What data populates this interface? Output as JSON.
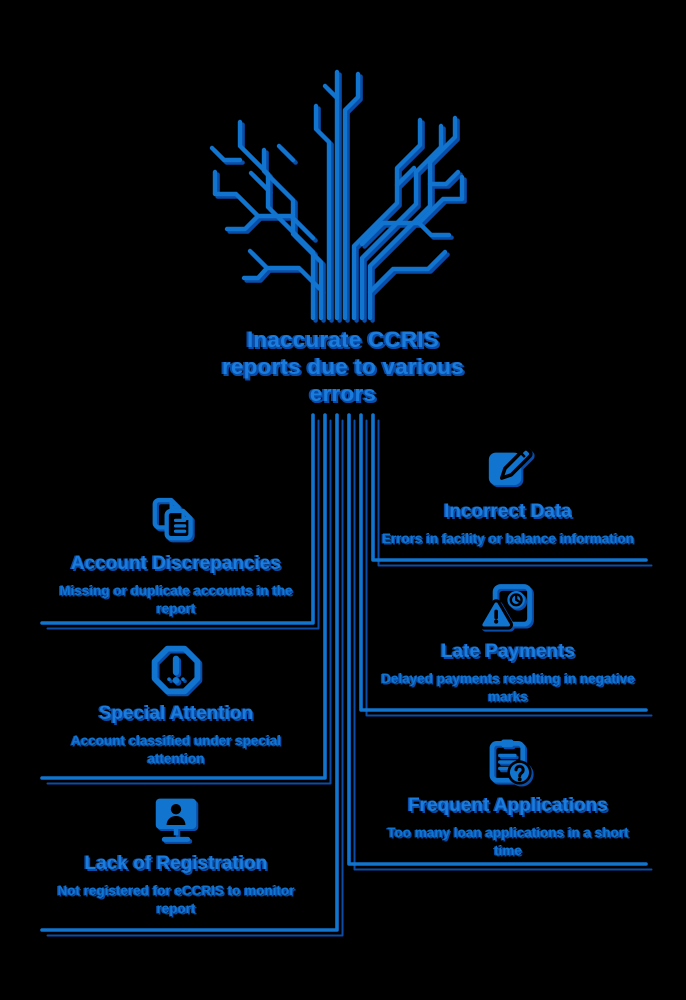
{
  "colors": {
    "background": "#000000",
    "accent": "#1174CF",
    "accent_bright": "#1A7CDC",
    "shadow": "#0A4DA8"
  },
  "header": {
    "title": "Inaccurate CCRIS\nreports due to various\nerrors"
  },
  "graphic": {
    "name": "circuit-tree",
    "description": "circuit-board style tree with branching lines"
  },
  "sections": {
    "left": [
      {
        "icon": "copy-documents-icon",
        "title": "Account Discrepancies",
        "subtitle": "Missing or duplicate accounts in the\nreport"
      },
      {
        "icon": "octagon-alert-icon",
        "title": "Special Attention",
        "subtitle": "Account classified under special\nattention"
      },
      {
        "icon": "monitor-user-icon",
        "title": "Lack of Registration",
        "subtitle": "Not registered for eCCRIS to monitor\nreport"
      }
    ],
    "right": [
      {
        "icon": "edit-square-icon",
        "title": "Incorrect Data",
        "subtitle": "Errors in facility or balance information"
      },
      {
        "icon": "doc-clock-warning-icon",
        "title": "Late Payments",
        "subtitle": "Delayed payments resulting in negative\nmarks"
      },
      {
        "icon": "clipboard-question-icon",
        "title": "Frequent Applications",
        "subtitle": "Too many loan applications in a short\ntime"
      }
    ]
  }
}
